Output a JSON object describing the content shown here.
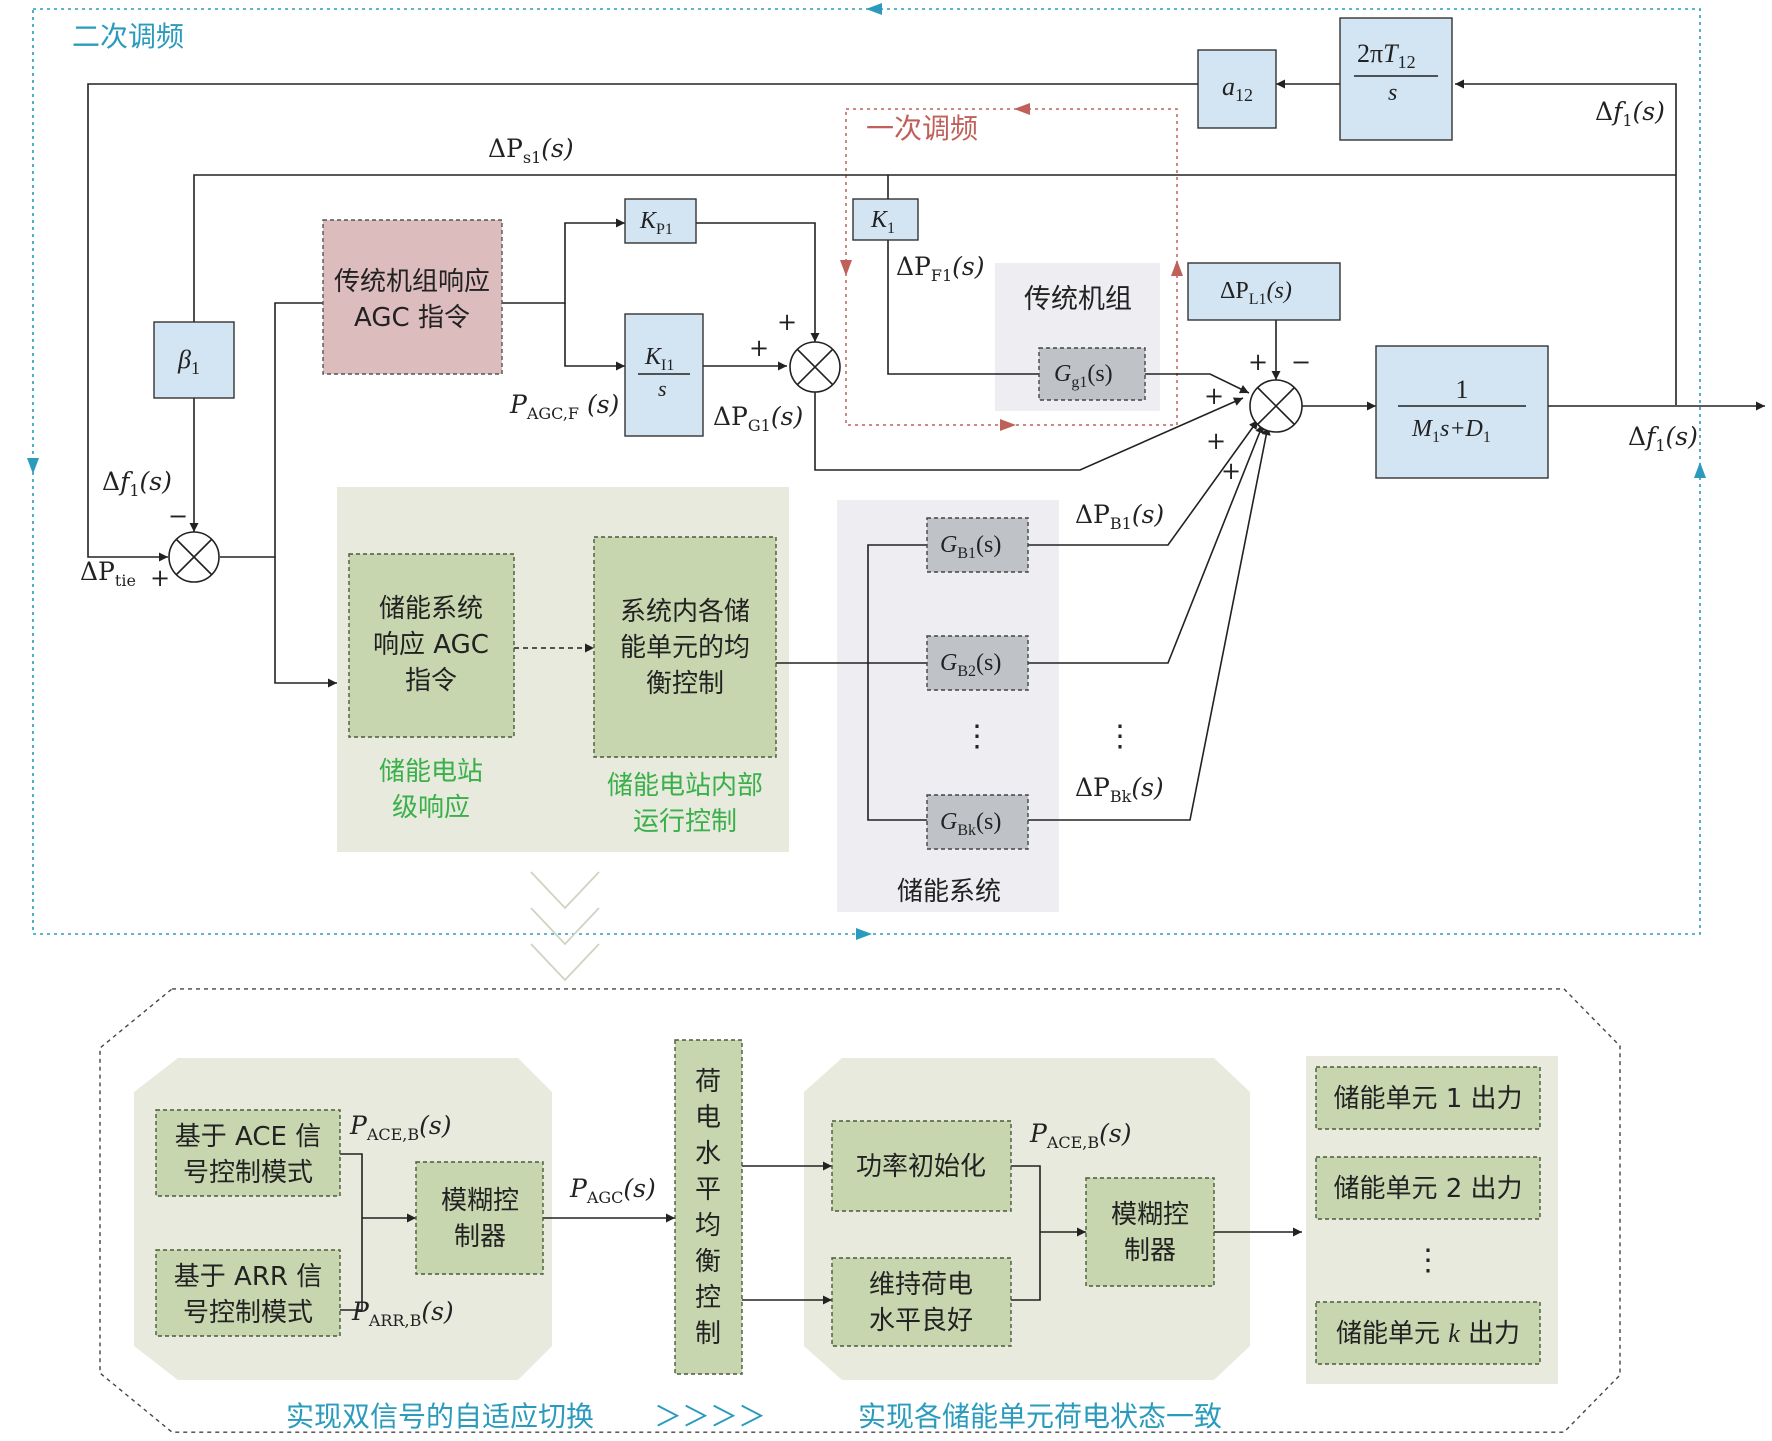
{
  "regions": {
    "secondary": "二次调频",
    "primary": "一次调频"
  },
  "blocks": {
    "a12": "a",
    "a12_sub": "12",
    "twopiT_num_pre": "2π",
    "twopiT_num_T": "T",
    "twopiT_num_sub": "12",
    "twopiT_den": "s",
    "beta_sym": "β",
    "beta_sub": "1",
    "agc_trad_line1": "传统机组响应",
    "agc_trad_line2": "AGC 指令",
    "kp_sym": "K",
    "kp_sub": "P1",
    "ki_sym": "K",
    "ki_sub": "I1",
    "ki_den": "s",
    "k1_sym": "K",
    "k1_sub": "1",
    "trad_unit_title": "传统机组",
    "gg1_sym": "G",
    "gg1_sub": "g1",
    "gg1_arg": "(s)",
    "dpl_pre": "ΔP",
    "dpl_sub": "L1",
    "dpl_arg": "(s)",
    "plant_num": "1",
    "plant_den_M": "M",
    "plant_den_sub1": "1",
    "plant_den_mid": "s+",
    "plant_den_D": "D",
    "plant_den_sub2": "1",
    "ess_resp_line1": "储能系统",
    "ess_resp_line2": "响应 AGC",
    "ess_resp_line3": "指令",
    "ess_bal_line1": "系统内各储",
    "ess_bal_line2": "能单元的均",
    "ess_bal_line3": "衡控制",
    "station_caption_line1": "储能电站",
    "station_caption_line2": "级响应",
    "internal_caption_line1": "储能电站内部",
    "internal_caption_line2": "运行控制",
    "gb1_sym": "G",
    "gb1_sub": "B1",
    "gb1_arg": "(s)",
    "gb2_sym": "G",
    "gb2_sub": "B2",
    "gb2_arg": "(s)",
    "gbk_sym": "G",
    "gbk_sub": "Bk",
    "gbk_arg": "(s)",
    "ess_system_caption": "储能系统",
    "vdots": "⋮"
  },
  "signals": {
    "df1_top": [
      "Δ",
      "f",
      "1",
      "(s)"
    ],
    "df1_out": [
      "Δ",
      "f",
      "1",
      "(s)"
    ],
    "df1_left": [
      "Δ",
      "f",
      "1",
      "(s)"
    ],
    "dps1": [
      "ΔP",
      "s1",
      "(s)"
    ],
    "dpf1": [
      "ΔP",
      "F1",
      "(s)"
    ],
    "pagcf": [
      "P",
      "AGC,F",
      " (s)"
    ],
    "dpg1": [
      "ΔP",
      "G1",
      "(s)"
    ],
    "dptie": [
      "ΔP",
      "tie"
    ],
    "dpb1": [
      "ΔP",
      "B1",
      "(s)"
    ],
    "dpbk": [
      "ΔP",
      "Bk",
      "(s)"
    ]
  },
  "signs": {
    "plus": "+",
    "minus": "−"
  },
  "bottom": {
    "ace_mode_line1": "基于 ACE 信",
    "ace_mode_line2": "号控制模式",
    "arr_mode_line1": "基于 ARR 信",
    "arr_mode_line2": "号控制模式",
    "fuzzy1_line1": "模糊控",
    "fuzzy1_line2": "制器",
    "p_ace_b_1": [
      "P",
      "ACE,B",
      "(s)"
    ],
    "p_arr_b": [
      "P",
      "ARR,B",
      "(s)"
    ],
    "p_agc": [
      "P",
      "AGC",
      "(s)"
    ],
    "soc_balance_chars": [
      "荷",
      "电",
      "水",
      "平",
      "均",
      "衡",
      "控",
      "制"
    ],
    "power_init": "功率初始化",
    "maintain_line1": "维持荷电",
    "maintain_line2": "水平良好",
    "p_ace_b_2": [
      "P",
      "ACE,B",
      "(s)"
    ],
    "fuzzy2_line1": "模糊控",
    "fuzzy2_line2": "制器",
    "unit1_out": "储能单元 1 出力",
    "unit2_out": "储能单元 2 出力",
    "unitk_pre": "储能单元 ",
    "unitk_k": "k",
    "unitk_post": " 出力",
    "caption_left": "实现双信号的自适应切换",
    "caption_arrows": "＞＞＞＞",
    "caption_right": "实现各储能单元荷电状态一致"
  },
  "colors": {
    "secondary_loop": "#2a9bbd",
    "primary_loop": "#c0605a",
    "green_text": "#3ab04a",
    "teal_text": "#2a9bbd",
    "block_blue": "#d3e4f3",
    "block_pink": "#dcbcbc",
    "block_gray": "#bfc3c8",
    "block_green": "#c8d6b0"
  }
}
